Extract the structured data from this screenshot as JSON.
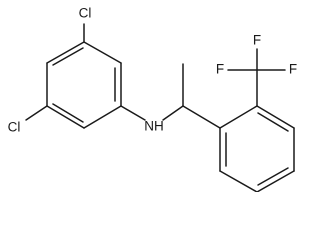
{
  "molecule": {
    "atoms": {
      "cl_top": "Cl",
      "cl_left": "Cl",
      "nh": "NH",
      "f_left": "F",
      "f_mid": "F",
      "f_right": "F"
    }
  }
}
